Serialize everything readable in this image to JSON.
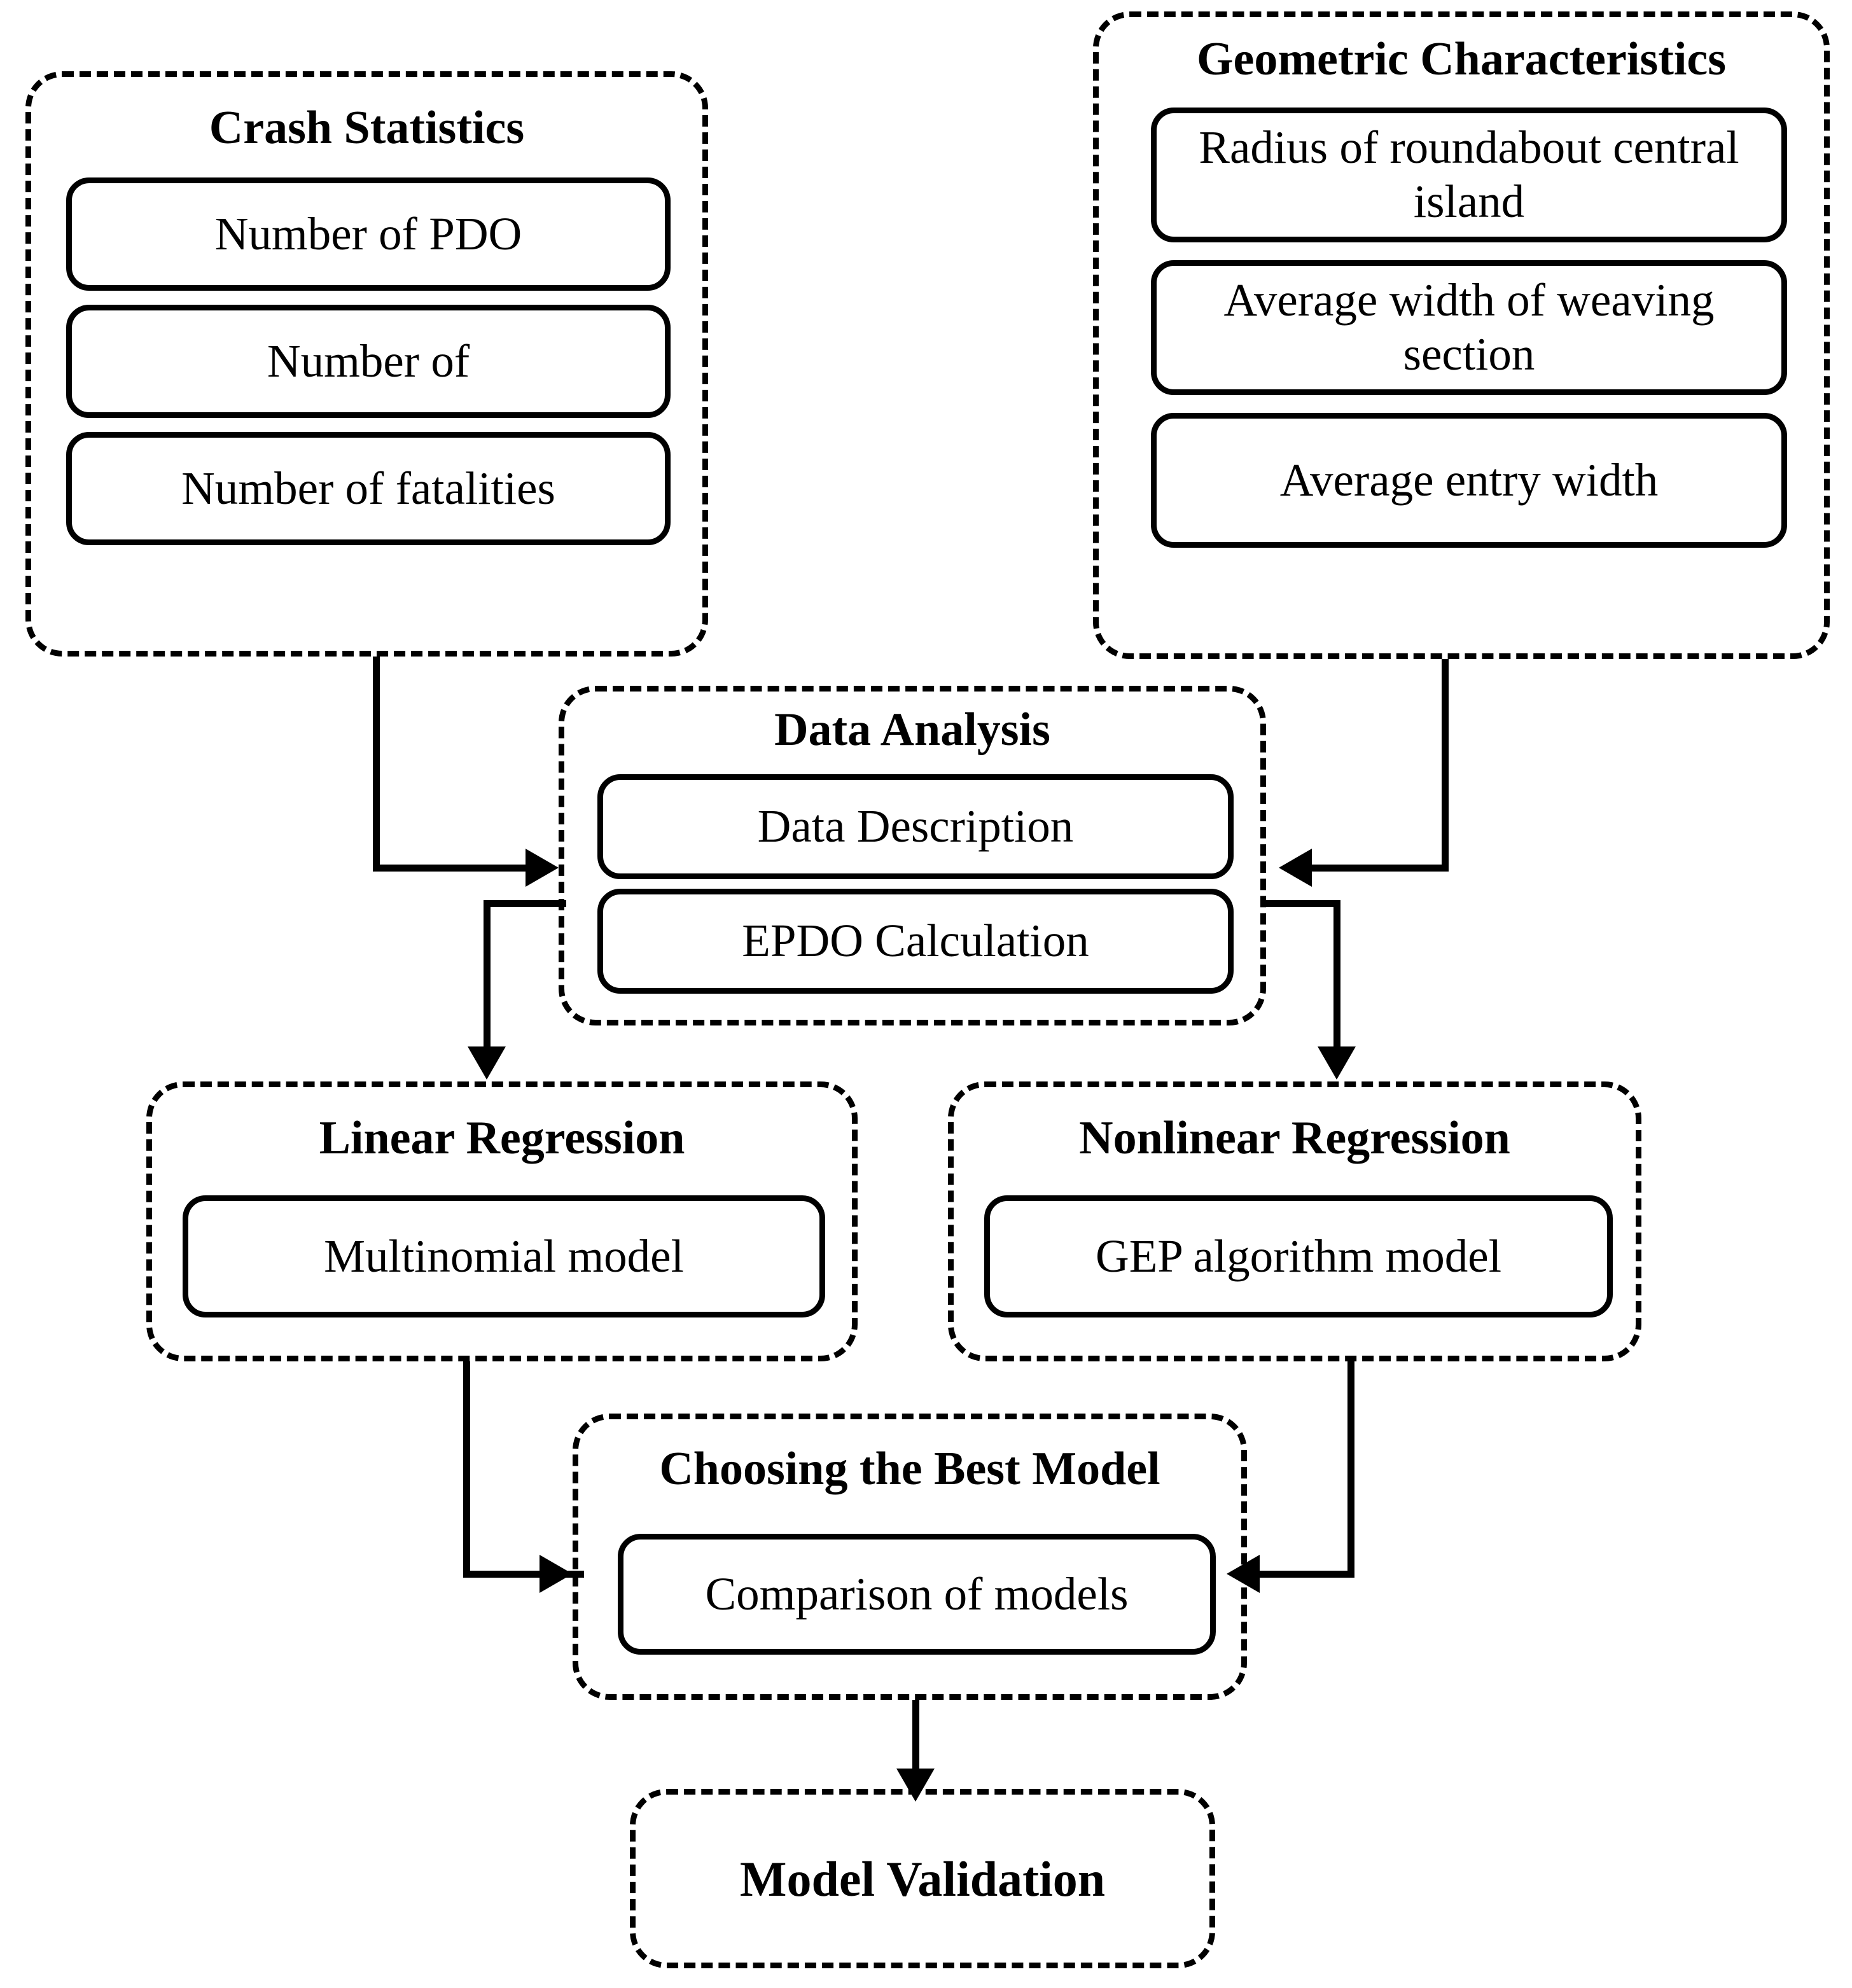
{
  "diagram": {
    "title": "Roundabout crash modelling methodology flowchart",
    "colors": {
      "background": "#ffffff",
      "stroke": "#000000",
      "text": "#000000"
    },
    "groups": {
      "crash_statistics": {
        "title": "Crash Statistics",
        "items": [
          "Number of PDO",
          "Number of",
          "Number of fatalities"
        ]
      },
      "geometric_characteristics": {
        "title": "Geometric Characteristics",
        "items": [
          "Radius of roundabout central island",
          "Average width of weaving section",
          "Average entry width"
        ]
      },
      "data_analysis": {
        "title": "Data Analysis",
        "items": [
          "Data Description",
          "EPDO Calculation"
        ]
      },
      "linear_regression": {
        "title": "Linear Regression",
        "items": [
          "Multinomial model"
        ]
      },
      "nonlinear_regression": {
        "title": "Nonlinear Regression",
        "items": [
          "GEP algorithm model"
        ]
      },
      "choosing_best_model": {
        "title": "Choosing the Best Model",
        "items": [
          "Comparison of models"
        ]
      },
      "model_validation": {
        "title": "Model Validation",
        "items": []
      }
    },
    "connections": [
      {
        "from": "crash_statistics",
        "to": "data_analysis",
        "style": "elbow-down-right",
        "arrow": "right"
      },
      {
        "from": "geometric_characteristics",
        "to": "data_analysis",
        "style": "elbow-down-left",
        "arrow": "left"
      },
      {
        "from": "data_analysis",
        "to": "linear_regression",
        "style": "elbow-left-down",
        "arrow": "down"
      },
      {
        "from": "data_analysis",
        "to": "nonlinear_regression",
        "style": "elbow-right-down",
        "arrow": "down"
      },
      {
        "from": "linear_regression",
        "to": "choosing_best_model",
        "style": "elbow-down-right",
        "arrow": "right"
      },
      {
        "from": "nonlinear_regression",
        "to": "choosing_best_model",
        "style": "elbow-down-left",
        "arrow": "left"
      },
      {
        "from": "choosing_best_model",
        "to": "model_validation",
        "style": "straight-down",
        "arrow": "down"
      }
    ]
  }
}
